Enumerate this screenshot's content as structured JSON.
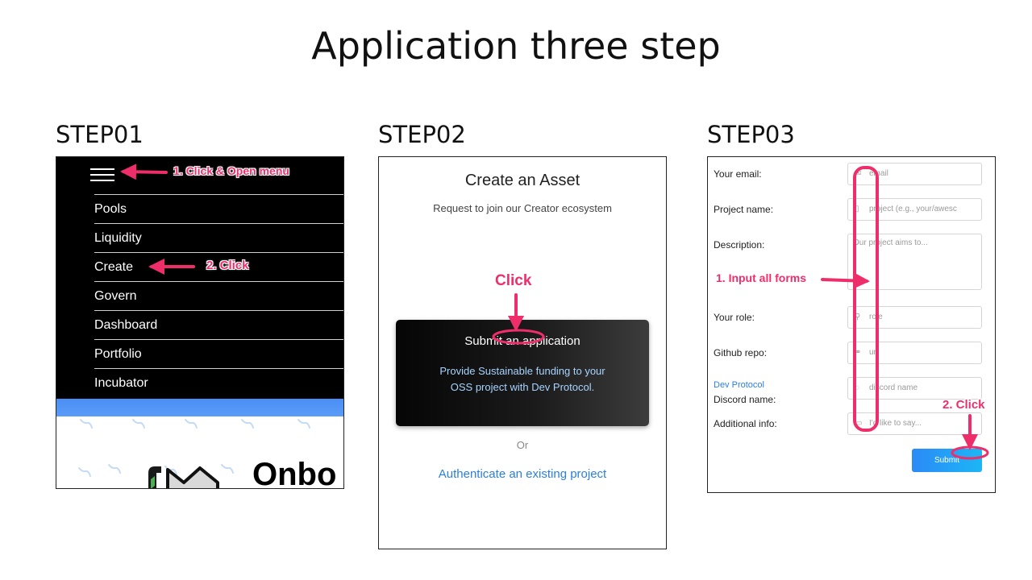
{
  "title": "Application three step",
  "steps": [
    "STEP01",
    "STEP02",
    "STEP03"
  ],
  "step1": {
    "menu_items": [
      "Pools",
      "Liquidity",
      "Create",
      "Govern",
      "Dashboard",
      "Portfolio",
      "Incubator"
    ],
    "banner_text": "Onbo",
    "annotations": [
      "1. Click & Open menu",
      "2. Click"
    ]
  },
  "step2": {
    "heading": "Create an Asset",
    "subheading": "Request to join our Creator ecosystem",
    "card_title": "Submit an application",
    "card_desc": "Provide Sustainable funding to your OSS project with Dev Protocol.",
    "or": "Or",
    "auth_link": "Authenticate an existing project",
    "annotation": "Click"
  },
  "step3": {
    "labels": {
      "email": "Your email:",
      "project": "Project name:",
      "description": "Description:",
      "role": "Your role:",
      "github": "Github repo:",
      "dev_protocol": "Dev Protocol",
      "discord": "Discord name:",
      "info": "Additional info:"
    },
    "placeholders": {
      "email": "email",
      "project": "project (e.g., your/awesc",
      "description": "Our project aims to...",
      "role": "role",
      "github": "url",
      "discord": "discord name",
      "info": "I'd like to say..."
    },
    "submit": "Submit",
    "annotations": [
      "1. Input all forms",
      "2. Click"
    ]
  },
  "colors": {
    "annotation": "#ee2e6b",
    "link": "#2a7fe2",
    "submit": "#2c8af7"
  }
}
